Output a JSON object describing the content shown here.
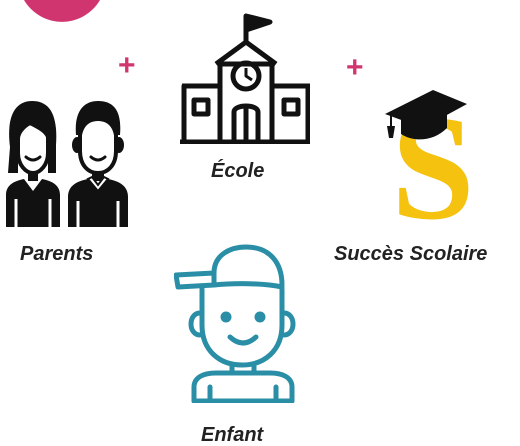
{
  "labels": {
    "parents": "Parents",
    "ecole": "École",
    "succes": "Succès Scolaire",
    "enfant": "Enfant"
  },
  "symbols": {
    "plus_left": "+",
    "plus_right": "+"
  },
  "icons": {
    "parents": "parents-icon",
    "school": "school-icon",
    "success": "graduation-success-icon",
    "child": "child-icon",
    "top_circle": "pink-circle"
  },
  "colors": {
    "pink": "#d0356f",
    "black": "#111111",
    "gold": "#f4c20f",
    "teal": "#2a8fa6",
    "text": "#222222"
  }
}
